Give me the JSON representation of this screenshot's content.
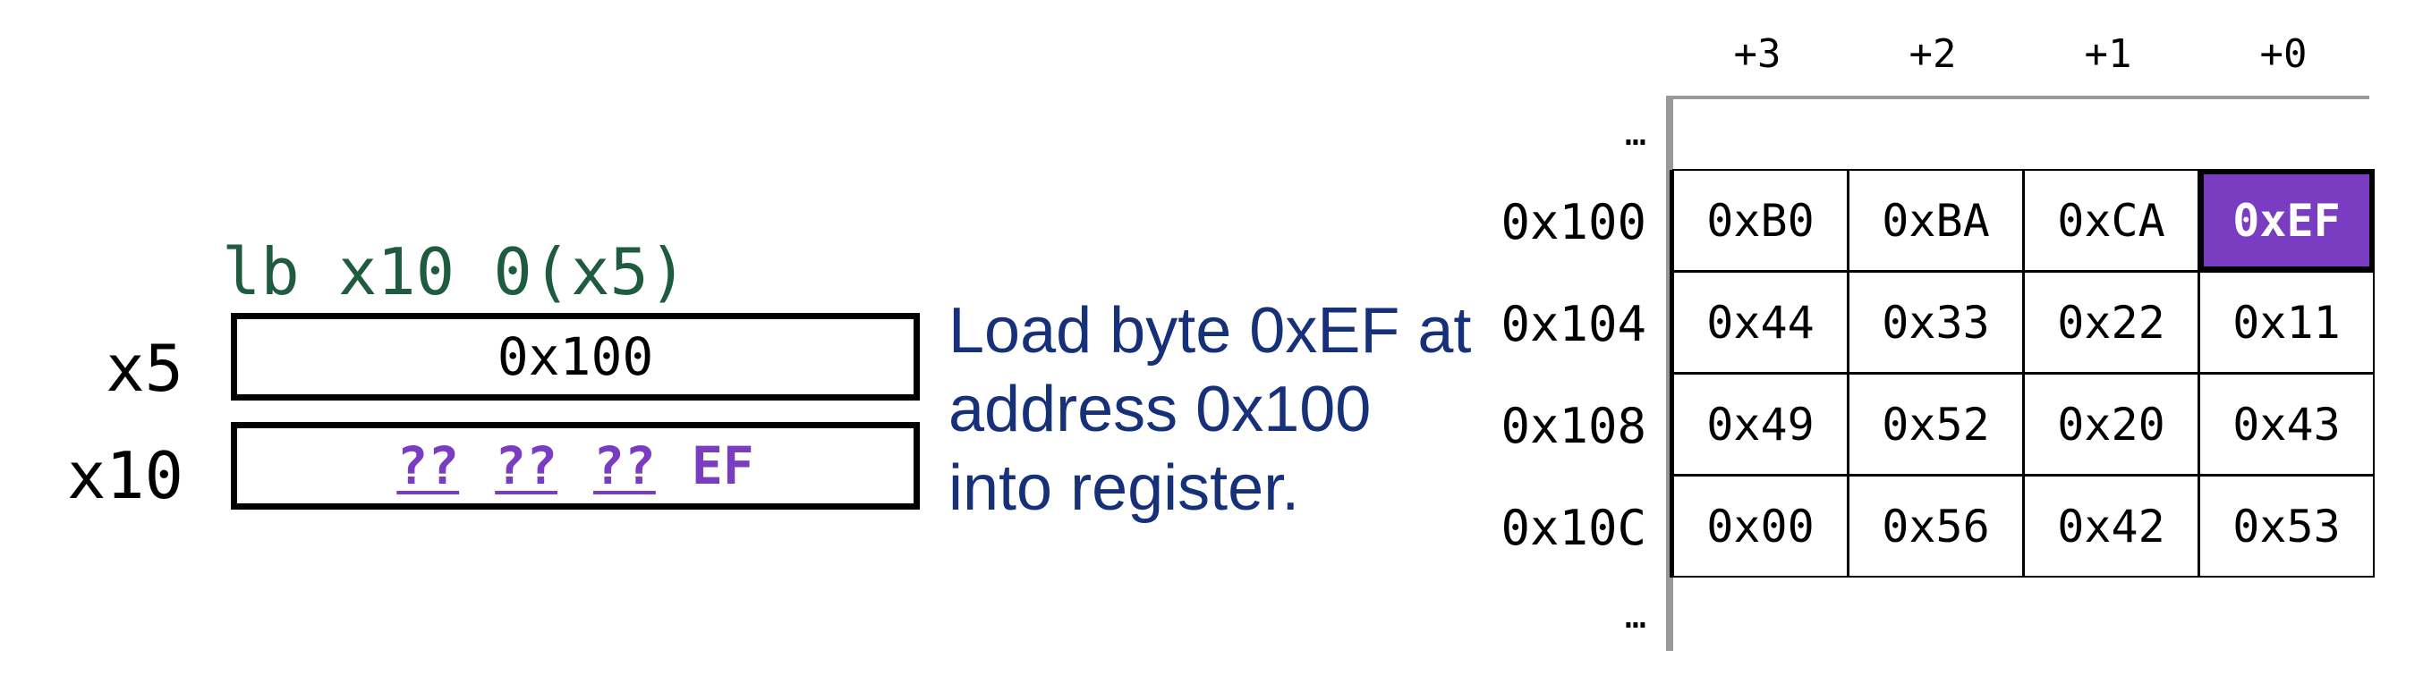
{
  "instruction": "lb x10 0(x5)",
  "registers": [
    {
      "name": "x5",
      "value": "0x100"
    },
    {
      "name": "x10",
      "unknown": [
        "??",
        "??",
        "??"
      ],
      "loaded": "EF"
    }
  ],
  "description": "Load byte 0xEF at address 0x100 into register.",
  "memory": {
    "column_headers": [
      "+3",
      "+2",
      "+1",
      "+0"
    ],
    "ellipsis": "…",
    "rows": [
      {
        "address": "0x100",
        "bytes": [
          "0xB0",
          "0xBA",
          "0xCA",
          "0xEF"
        ]
      },
      {
        "address": "0x104",
        "bytes": [
          "0x44",
          "0x33",
          "0x22",
          "0x11"
        ]
      },
      {
        "address": "0x108",
        "bytes": [
          "0x49",
          "0x52",
          "0x20",
          "0x43"
        ]
      },
      {
        "address": "0x10C",
        "bytes": [
          "0x00",
          "0x56",
          "0x42",
          "0x53"
        ]
      }
    ],
    "highlighted": {
      "row": 0,
      "col": 3
    }
  },
  "colors": {
    "instruction": "#1e5b3f",
    "description": "#17307a",
    "highlight": "#7a3cc0",
    "memory_axis": "#999999"
  }
}
